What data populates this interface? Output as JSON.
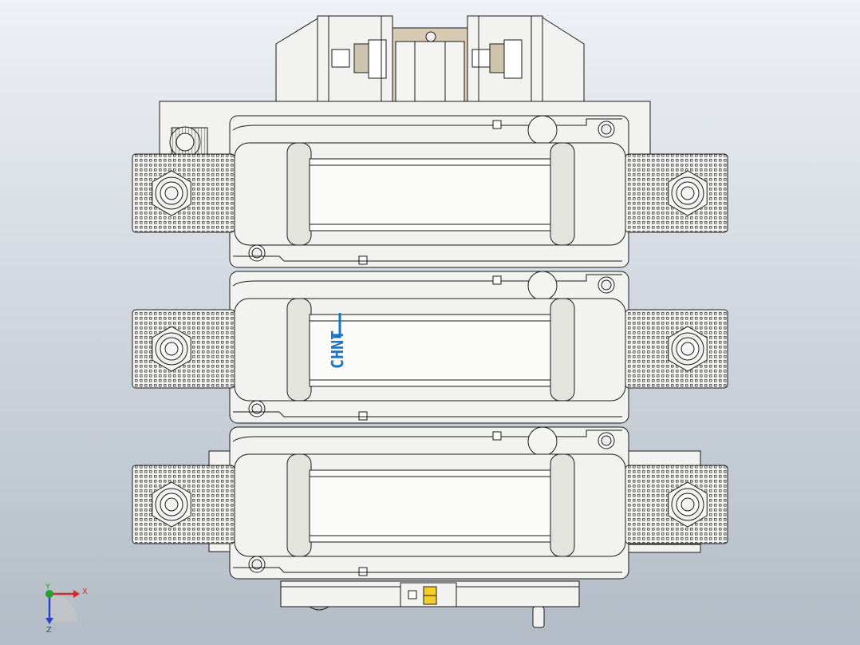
{
  "brand_mark": "CHNT",
  "axes": {
    "x_label": "X",
    "y_label": "Y",
    "z_label": "Z"
  },
  "pole_count": 3,
  "colors": {
    "bg_top": "#eef1f5",
    "bg_mid": "#cfd6de",
    "bg_bottom": "#b3bcc6",
    "body": "#f2f2f0",
    "body_shade": "#e4e4de",
    "line": "#1a1a1a",
    "brand": "#1a74c8",
    "axis_x": "#d22a2a",
    "axis_y": "#2aa02a",
    "axis_z": "#2a44c8",
    "indicator": "#f2cf2a",
    "window_top": "#d9cbb3"
  }
}
